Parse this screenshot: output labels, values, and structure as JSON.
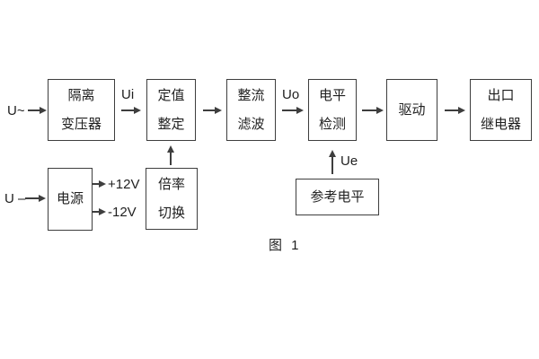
{
  "figure": {
    "caption": "图 1",
    "background_color": "#ffffff",
    "line_color": "#3e3e3e",
    "text_color": "#1f1f1f"
  },
  "blocks": {
    "isolation_transformer": {
      "line1": "隔离",
      "line2": "变压器"
    },
    "setpoint_adjust": {
      "line1": "定值",
      "line2": "整定"
    },
    "rectifier_filter": {
      "line1": "整流",
      "line2": "滤波"
    },
    "level_detector": {
      "line1": "电平",
      "line2": "检测"
    },
    "driver": {
      "line1": "驱动"
    },
    "output_relay": {
      "line1": "出口",
      "line2": "继电器"
    },
    "power_supply": {
      "line1": "电源"
    },
    "ratio_switch": {
      "line1": "倍率",
      "line2": "切换"
    },
    "reference_level": {
      "line1": "参考电平"
    }
  },
  "signals": {
    "input_ac": "U~",
    "input_dc": "U –",
    "ui": "Ui",
    "uo": "Uo",
    "ue": "Ue",
    "plus_12v": "+12V",
    "minus_12v": "-12V"
  }
}
